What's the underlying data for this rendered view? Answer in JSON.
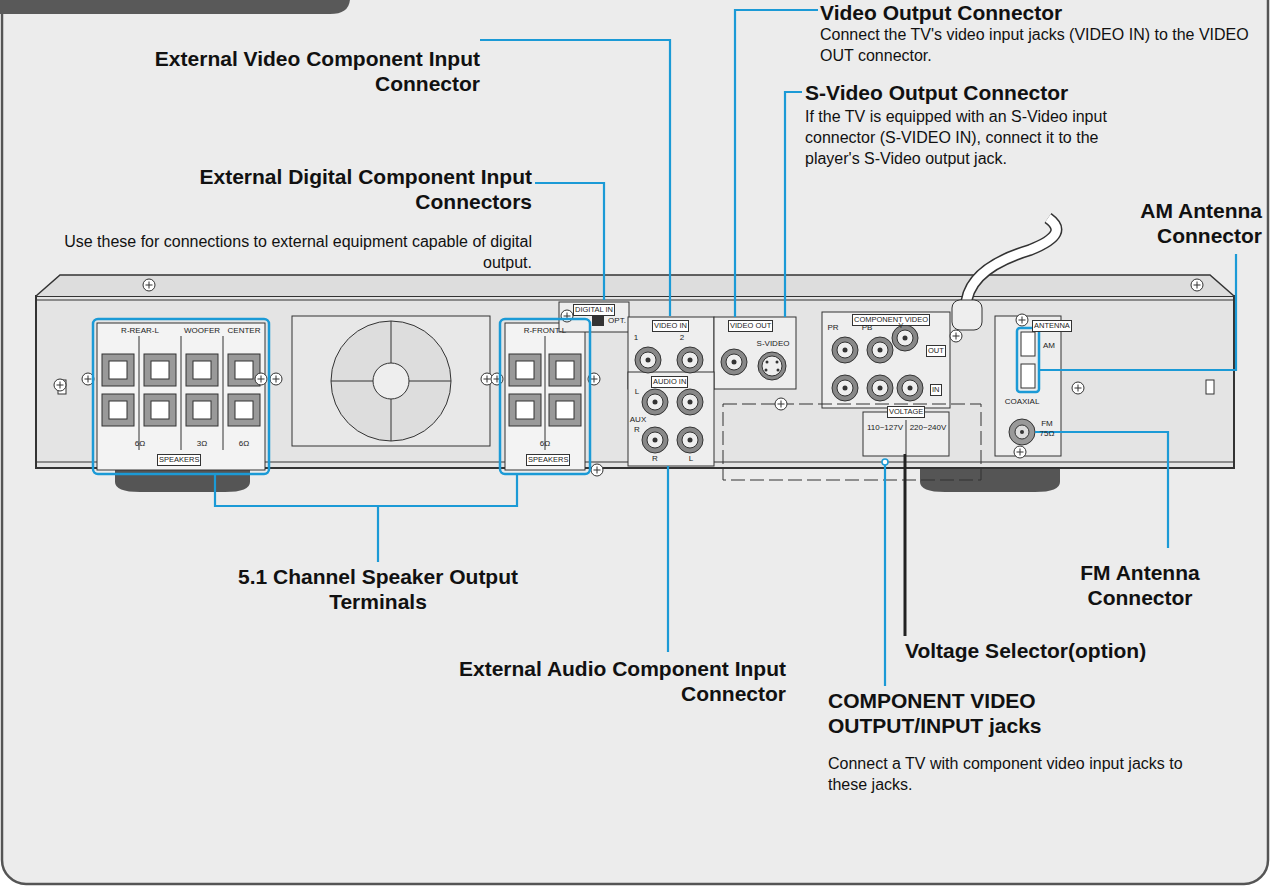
{
  "diagram": {
    "labels": [
      "External Video Component Input Connector",
      "External Digital Component Input Connectors",
      "Use these for connections to external equipment capable of digital output.",
      "Video Output Connector",
      "Connect the TV's video input jacks (VIDEO IN) to the VIDEO OUT connector.",
      "S-Video Output Connector",
      "If the TV is equipped with an S-Video input connector (S-VIDEO IN), connect it to the player's S-Video output jack.",
      "AM Antenna Connector",
      "5.1 Channel Speaker Output Terminals",
      "External Audio Component Input Connector",
      "FM Antenna Connector",
      "Voltage Selector(option)",
      "COMPONENT VIDEO OUTPUT/INPUT jacks",
      "Connect a TV with component video input jacks to these jacks.",
      "R-REAR-L",
      "WOOFER",
      "CENTER",
      "6Ω",
      "3Ω",
      "6Ω",
      "SPEAKERS",
      "R-FRONT-L",
      "6Ω",
      "SPEAKERS",
      "DIGITAL IN",
      "OPT.",
      "VIDEO IN",
      "1",
      "2",
      "VIDEO OUT",
      "S-VIDEO",
      "AUDIO IN",
      "AUX",
      "L",
      "R",
      "R",
      "L",
      "COMPONENT VIDEO",
      "PR",
      "PB",
      "Y",
      "OUT",
      "IN",
      "VOLTAGE",
      "110~127V",
      "220~240V",
      "ANTENNA",
      "AM",
      "COAXIAL",
      "FM",
      "75Ω"
    ]
  }
}
